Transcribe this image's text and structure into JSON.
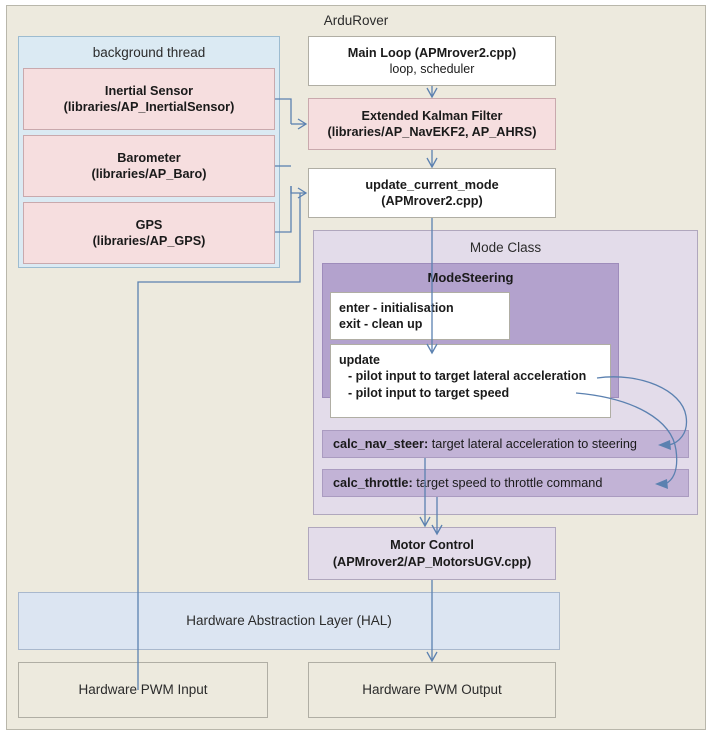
{
  "diagram": {
    "title": "ArduRover",
    "background_thread": {
      "label": "background thread",
      "sensors": [
        {
          "name": "Inertial Sensor",
          "path": "(libraries/AP_InertialSensor)"
        },
        {
          "name": "Barometer",
          "path": "(libraries/AP_Baro)"
        },
        {
          "name": "GPS",
          "path": "(libraries/AP_GPS)"
        }
      ]
    },
    "main_loop": {
      "title": "Main Loop (APMrover2.cpp)",
      "subtitle": "loop, scheduler"
    },
    "ekf": {
      "title": "Extended Kalman Filter",
      "path": "(libraries/AP_NavEKF2, AP_AHRS)"
    },
    "update_current_mode": {
      "title": "update_current_mode",
      "path": "(APMrover2.cpp)"
    },
    "mode_class": {
      "label": "Mode Class",
      "mode_steering": {
        "title": "ModeSteering",
        "enter_exit": {
          "line1": "enter - initialisation",
          "line2": "exit - clean up"
        },
        "update": {
          "title": "update",
          "bullets": [
            "- pilot input to target lateral acceleration",
            "- pilot input to target speed"
          ]
        }
      },
      "calc_nav_steer": {
        "name": "calc_nav_steer:",
        "desc": " target lateral acceleration to steering"
      },
      "calc_throttle": {
        "name": "calc_throttle:",
        "desc": " target speed to throttle command"
      }
    },
    "motor_control": {
      "title": "Motor Control",
      "path": "(APMrover2/AP_MotorsUGV.cpp)"
    },
    "hal": {
      "label": "Hardware Abstraction Layer (HAL)"
    },
    "pwm_input": {
      "label": "Hardware PWM Input"
    },
    "pwm_output": {
      "label": "Hardware PWM Output"
    },
    "colors": {
      "canvas": "#edeade",
      "thread_fill": "#dbeaf3",
      "sensor_fill": "#f6dedf",
      "mode_class_fill": "#e3dcea",
      "mode_steering_fill": "#b3a2cd",
      "calc_bar_fill": "#c2b3d6",
      "hal_fill": "#dce5f2",
      "connector": "#5b81b0"
    }
  }
}
